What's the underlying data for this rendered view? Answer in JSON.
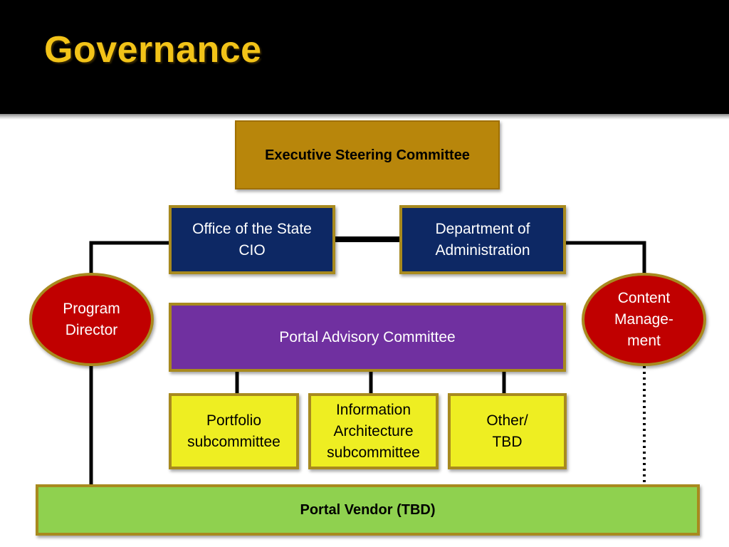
{
  "slide": {
    "title": "Governance",
    "colors": {
      "title": "#f2c318",
      "header_bg": "#000000",
      "executive": "#b8860b",
      "office": "#0d2864",
      "advisory": "#7030a0",
      "subcommittee": "#eeee22",
      "vendor": "#8fd14f",
      "oval": "#c00000",
      "border": "#a88a1e"
    }
  },
  "nodes": {
    "executive": "Executive Steering Committee",
    "cio": "Office of the State\nCIO",
    "doa": "Department of\nAdministration",
    "program_director": "Program\nDirector",
    "content_management": "Content\nManage-\nment",
    "advisory": "Portal Advisory Committee",
    "portfolio": "Portfolio\nsubcommittee",
    "info_arch": "Information\nArchitecture\nsubcommittee",
    "other": "Other/\nTBD",
    "vendor": "Portal  Vendor (TBD)"
  }
}
